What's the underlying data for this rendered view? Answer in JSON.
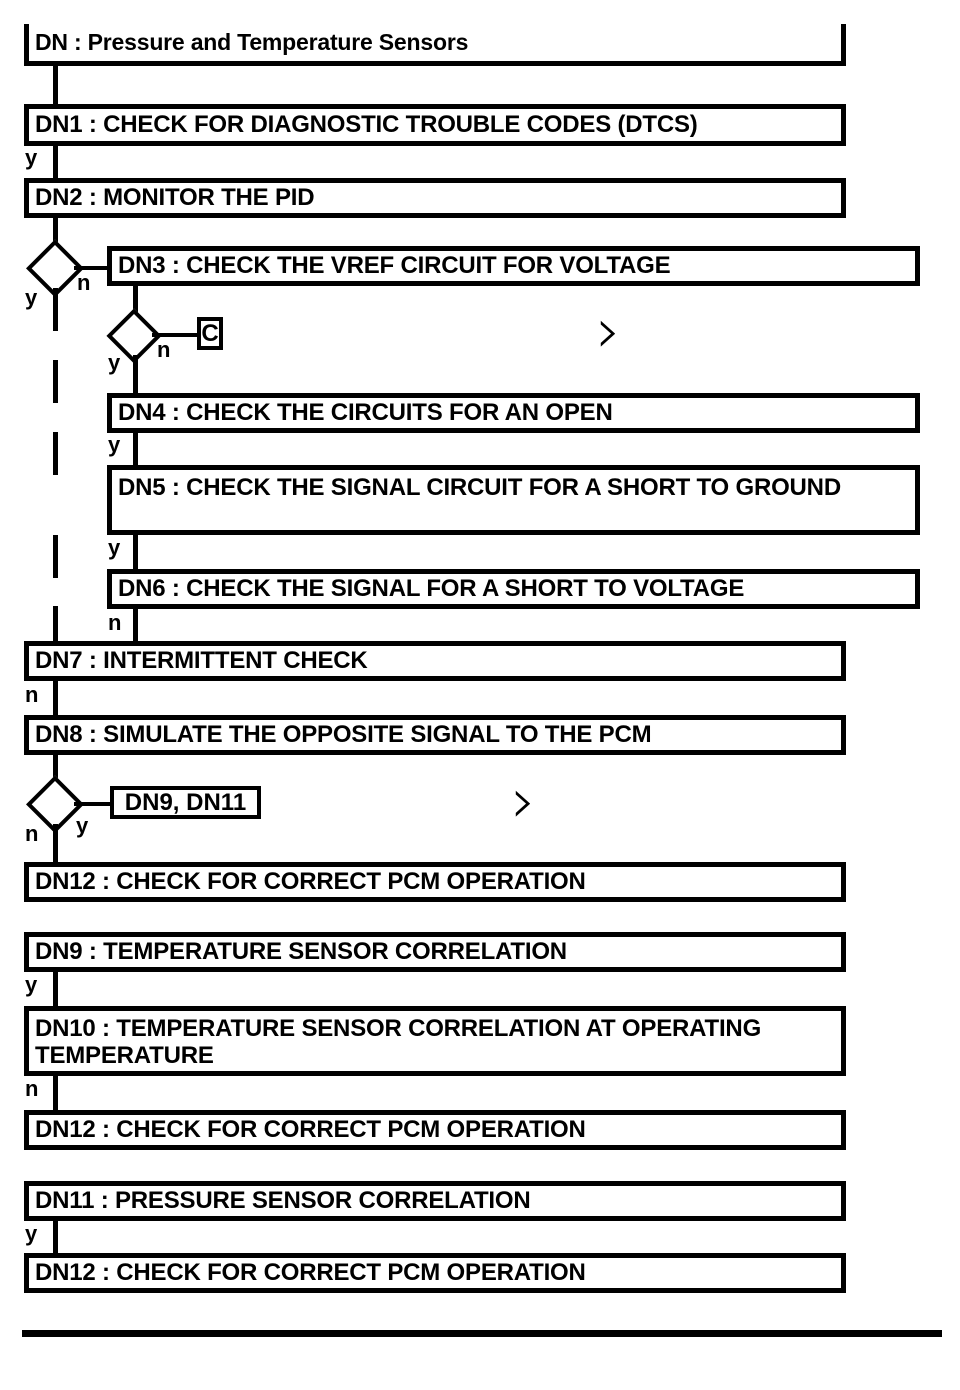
{
  "diagram": {
    "title": "DN : Pressure and Temperature Sensors",
    "type": "flowchart",
    "bottom_rule": true
  },
  "nodes": {
    "header": {
      "label": "DN : Pressure and Temperature Sensors"
    },
    "dn1": {
      "label": "DN1 : CHECK FOR DIAGNOSTIC TROUBLE CODES (DTCS)"
    },
    "dn2": {
      "label": "DN2 : MONITOR THE PID"
    },
    "dn3": {
      "label": "DN3 : CHECK THE VREF CIRCUIT FOR VOLTAGE"
    },
    "dn4": {
      "label": "DN4 : CHECK THE CIRCUITS FOR AN OPEN"
    },
    "dn5": {
      "label": "DN5 : CHECK THE SIGNAL CIRCUIT FOR A SHORT TO GROUND"
    },
    "dn6": {
      "label": "DN6 : CHECK THE SIGNAL FOR A SHORT TO VOLTAGE"
    },
    "dn7": {
      "label": "DN7 : INTERMITTENT CHECK"
    },
    "dn8": {
      "label": "DN8 : SIMULATE THE OPPOSITE SIGNAL TO THE PCM"
    },
    "dn12a": {
      "label": "DN12 : CHECK FOR CORRECT PCM OPERATION"
    },
    "dn9": {
      "label": "DN9 : TEMPERATURE SENSOR CORRELATION"
    },
    "dn10": {
      "label": "DN10 : TEMPERATURE SENSOR CORRELATION AT OPERATING TEMPERATURE"
    },
    "dn12b": {
      "label": "DN12 : CHECK FOR CORRECT PCM OPERATION"
    },
    "dn11": {
      "label": "DN11 : PRESSURE SENSOR CORRELATION"
    },
    "dn12c": {
      "label": "DN12 : CHECK FOR CORRECT PCM OPERATION"
    }
  },
  "connectors": {
    "c_tag": "C",
    "dn9_dn11_tag": "DN9, DN11",
    "chevron_glyph": "›"
  },
  "branch_labels": {
    "dn1_yes": "y",
    "dn2_decision_yes": "y",
    "dn2_decision_no": "n",
    "vref_decision_yes": "y",
    "vref_decision_no": "n",
    "dn4_yes": "y",
    "dn5_yes": "y",
    "dn6_no": "n",
    "dn7_no": "n",
    "dn8_decision_no": "n",
    "dn8_decision_yes": "y",
    "dn9_yes": "y",
    "dn10_no": "n",
    "dn11_yes": "y"
  },
  "colors": {
    "ink": "#000000",
    "paper": "#ffffff"
  }
}
